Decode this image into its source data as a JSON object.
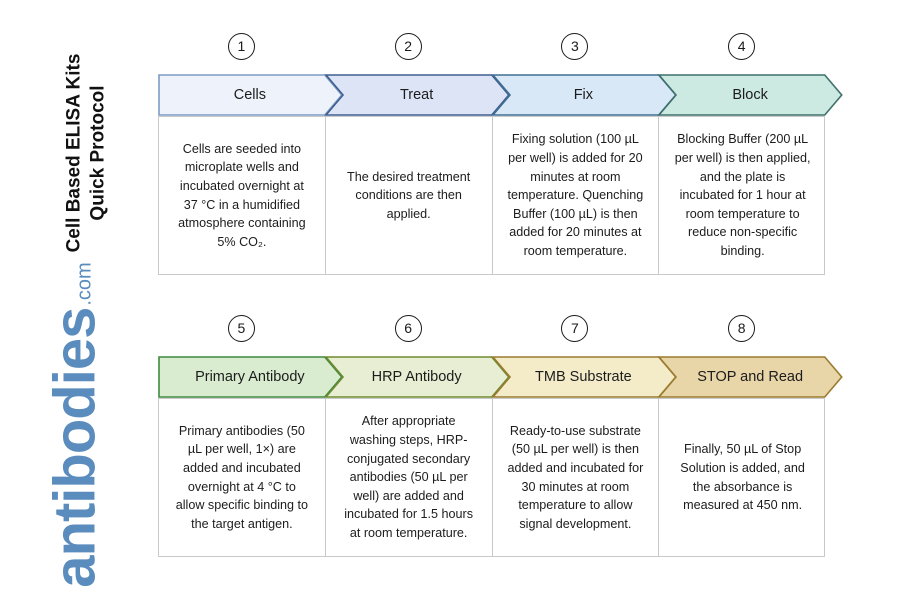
{
  "title": {
    "line1": "Cell Based ELISA Kits",
    "line2": "Quick Protocol"
  },
  "logo": {
    "word": "antibodies",
    "tld": ".com",
    "color": "#5b8cbe"
  },
  "rows": [
    {
      "steps": [
        {
          "number": "1",
          "label": "Cells",
          "body": "Cells are seeded into microplate wells and incubated overnight at 37 °C in a humidified atmosphere containing 5% CO₂.",
          "fill": "#eef2fa",
          "stroke": "#7d9cc4"
        },
        {
          "number": "2",
          "label": "Treat",
          "body": "The desired treatment conditions are then applied.",
          "fill": "#dde4f5",
          "stroke": "#3f5e91"
        },
        {
          "number": "3",
          "label": "Fix",
          "body": "Fixing solution (100 µL per well) is added for 20 minutes at room temperature. Quenching Buffer (100 µL) is then added for 20 minutes at room temperature.",
          "fill": "#d9e8f7",
          "stroke": "#3f6f93"
        },
        {
          "number": "4",
          "label": "Block",
          "body": "Blocking Buffer (200 µL per well) is then applied, and the plate is incubated for 1 hour at room temperature to reduce non-specific binding.",
          "fill": "#cdeae2",
          "stroke": "#3f6f6b"
        }
      ]
    },
    {
      "steps": [
        {
          "number": "5",
          "label": "Primary Antibody",
          "body": "Primary antibodies (50 µL per well, 1×) are added and incubated overnight at 4 °C to allow specific binding to the target antigen.",
          "fill": "#d9ecd0",
          "stroke": "#3f8a3f"
        },
        {
          "number": "6",
          "label": "HRP Antibody",
          "body": "After appropriate washing steps, HRP-conjugated secondary antibodies (50 µL per well) are added and incubated for 1.5 hours at room temperature.",
          "fill": "#e7eed3",
          "stroke": "#6f8a2f"
        },
        {
          "number": "7",
          "label": "TMB Substrate",
          "body": "Ready-to-use substrate (50 µL per well) is then added and incubated for 30 minutes at room temperature to allow signal development.",
          "fill": "#f4ecc9",
          "stroke": "#9a7b2f"
        },
        {
          "number": "8",
          "label": "STOP and Read",
          "body": "Finally, 50 µL of Stop Solution is added, and the absorbance is measured at 450 nm.",
          "fill": "#e8d5a8",
          "stroke": "#9a7b2f"
        }
      ]
    }
  ]
}
